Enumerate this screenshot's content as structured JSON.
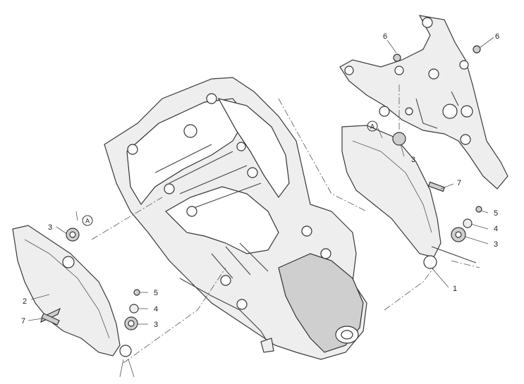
{
  "callouts": {
    "c1": "1",
    "c2": "2",
    "c3a": "3",
    "c3b": "3",
    "c3c": "3",
    "c3d": "3",
    "c4a": "4",
    "c4b": "4",
    "c5a": "5",
    "c5b": "5",
    "c6a": "6",
    "c6b": "6",
    "c7a": "7",
    "c7b": "7"
  },
  "refs": {
    "refA_left": "A",
    "refA_right": "A"
  },
  "colors": {
    "line": "#444444",
    "part_fill": "#eeeeee"
  }
}
